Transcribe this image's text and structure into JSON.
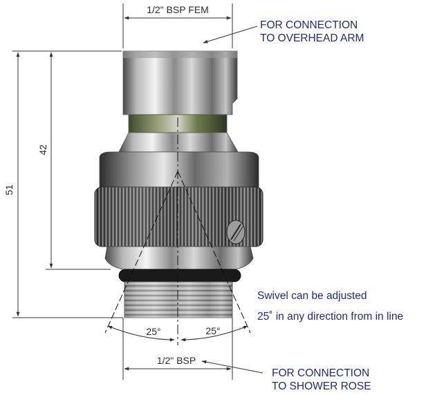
{
  "dimensions": {
    "top_width": "1/2\" BSP FEM",
    "bottom_width": "1/2\" BSP",
    "overall_height": "51",
    "body_height": "42",
    "angle_left": "25°",
    "angle_right": "25°"
  },
  "notes": {
    "top_connection": [
      "FOR CONNECTION",
      "TO OVERHEAD ARM"
    ],
    "bottom_connection": [
      "FOR CONNECTION",
      "TO SHOWER ROSE"
    ],
    "swivel": [
      "Swivel can be adjusted",
      "25˚ in any direction from in line"
    ]
  },
  "colors": {
    "note_text": "#1f2a7a",
    "dimension_lines": "#333333"
  }
}
